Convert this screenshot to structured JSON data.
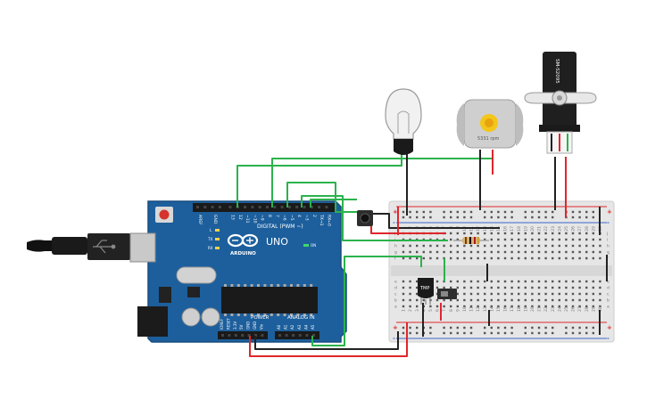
{
  "canvas": {
    "background": "#ffffff"
  },
  "arduino": {
    "brand": "ARDUINO",
    "model": "UNO",
    "digital_label": "DIGITAL (PWM ~)",
    "power_label": "POWER",
    "analog_label": "ANALOG IN",
    "on_label": "ON",
    "tx_label": "TX",
    "rx_label": "RX",
    "l_label": "L",
    "aref_label": "AREF",
    "gnd_label": "GND",
    "digital_pins": [
      "13",
      "12",
      "~11",
      "~10",
      "~9",
      "8",
      "7",
      "~6",
      "~5",
      "4",
      "~3",
      "2",
      "TX→1",
      "RX←0"
    ],
    "power_pins": [
      "IOREF",
      "RESET",
      "3.3V",
      "5V",
      "GND",
      "GND",
      "Vin"
    ],
    "analog_pins": [
      "A0",
      "A1",
      "A2",
      "A3",
      "A4",
      "A5"
    ],
    "board_color": "#1d5f9c"
  },
  "components": {
    "motor_label": "5331 rpm",
    "servo_label": "SM-S2095",
    "sensor_label": "TMP",
    "bulb_color": "#f1f1f1"
  },
  "breadboard": {
    "column_numbers": [
      "1",
      "2",
      "3",
      "4",
      "5",
      "6",
      "7",
      "8",
      "9",
      "10",
      "11",
      "12",
      "13",
      "14",
      "15",
      "16",
      "17",
      "18",
      "19",
      "20",
      "21",
      "22",
      "23",
      "24",
      "25",
      "26",
      "27",
      "28",
      "29",
      "30"
    ],
    "row_letters_top": [
      "j",
      "i",
      "h",
      "g",
      "f"
    ],
    "row_letters_bottom": [
      "e",
      "d",
      "c",
      "b",
      "a"
    ],
    "plus": "+",
    "minus": "-"
  },
  "wire_colors": {
    "green": "#2bb24c",
    "red": "#e0262c",
    "black": "#222222"
  }
}
